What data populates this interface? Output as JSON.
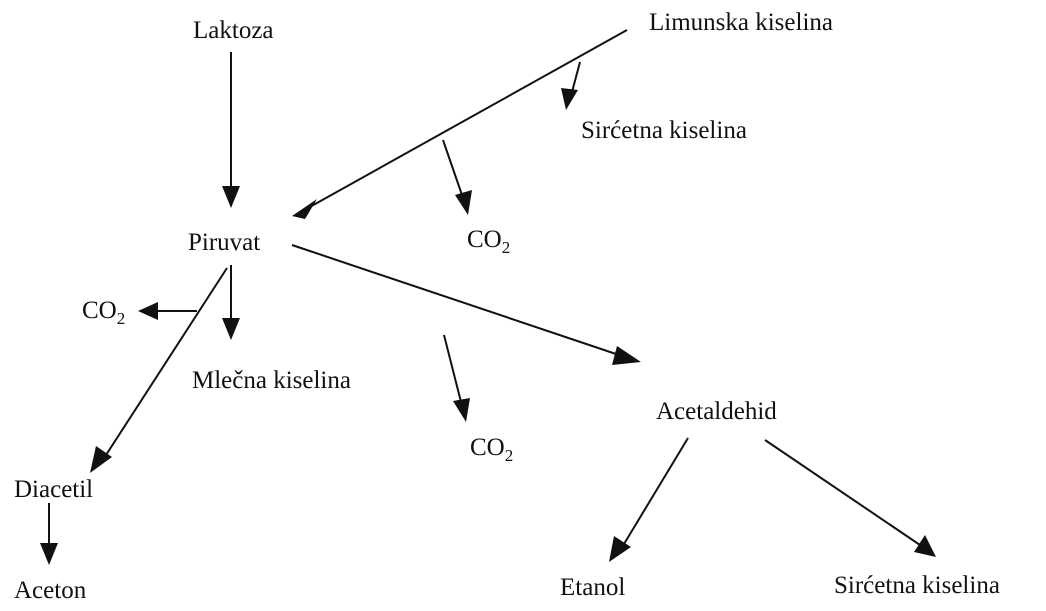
{
  "nodes": {
    "laktoza": "Laktoza",
    "limunska_kiselina": "Limunska kiselina",
    "sircetna_kiselina_top": "Sirćetna kiselina",
    "piruvat": "Piruvat",
    "co2_top_base": "CO",
    "co2_top_sub": "2",
    "co2_left_base": "CO",
    "co2_left_sub": "2",
    "mlecna_kiselina": "Mlečna kiselina",
    "co2_mid_base": "CO",
    "co2_mid_sub": "2",
    "acetaldehid": "Acetaldehid",
    "diacetil": "Diacetil",
    "aceton": "Aceton",
    "etanol": "Etanol",
    "sircetna_kiselina_bottom": "Sirćetna kiselina"
  },
  "colors": {
    "ink": "#111111",
    "background": "#ffffff"
  }
}
